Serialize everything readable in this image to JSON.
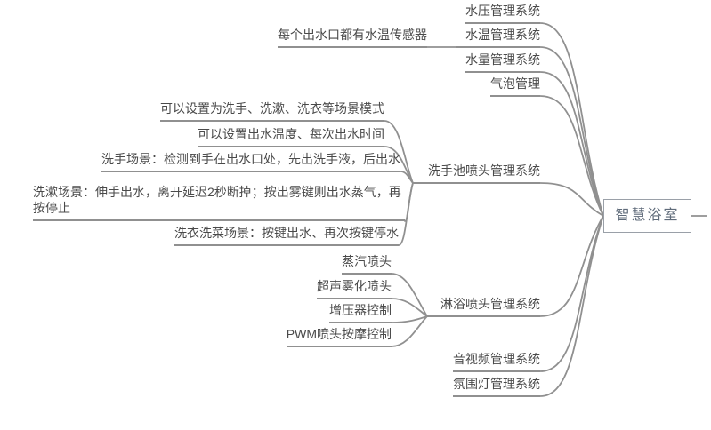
{
  "mindmap": {
    "root_label": "智慧浴室",
    "branches": [
      {
        "label": "水压管理系统",
        "children": []
      },
      {
        "label": "水温管理系统",
        "children": [
          {
            "label": "每个出水口都有水温传感器"
          }
        ]
      },
      {
        "label": "水量管理系统",
        "children": []
      },
      {
        "label": "气泡管理",
        "children": []
      },
      {
        "label": "洗手池喷头管理系统",
        "children": [
          {
            "label": "可以设置为洗手、洗漱、洗衣等场景模式"
          },
          {
            "label": "可以设置出水温度、每次出水时间"
          },
          {
            "label": "洗手场景：检测到手在出水口处，先出洗手液，后出水"
          },
          {
            "label": "洗漱场景：伸手出水，离开延迟2秒断掉；按出雾键则出水蒸气，再按停止"
          },
          {
            "label": "洗衣洗菜场景：按键出水、再次按键停水"
          }
        ]
      },
      {
        "label": "淋浴喷头管理系统",
        "children": [
          {
            "label": "蒸汽喷头"
          },
          {
            "label": "超声雾化喷头"
          },
          {
            "label": "增压器控制"
          },
          {
            "label": "PWM喷头按摩控制"
          }
        ]
      },
      {
        "label": "音视频管理系统",
        "children": []
      },
      {
        "label": "氛围灯管理系统",
        "children": []
      }
    ],
    "colors": {
      "line": "#909090",
      "text": "#4a4a4a",
      "root_text": "#5f6b7a",
      "root_border": "#9aa0a8",
      "background": "#ffffff"
    }
  }
}
